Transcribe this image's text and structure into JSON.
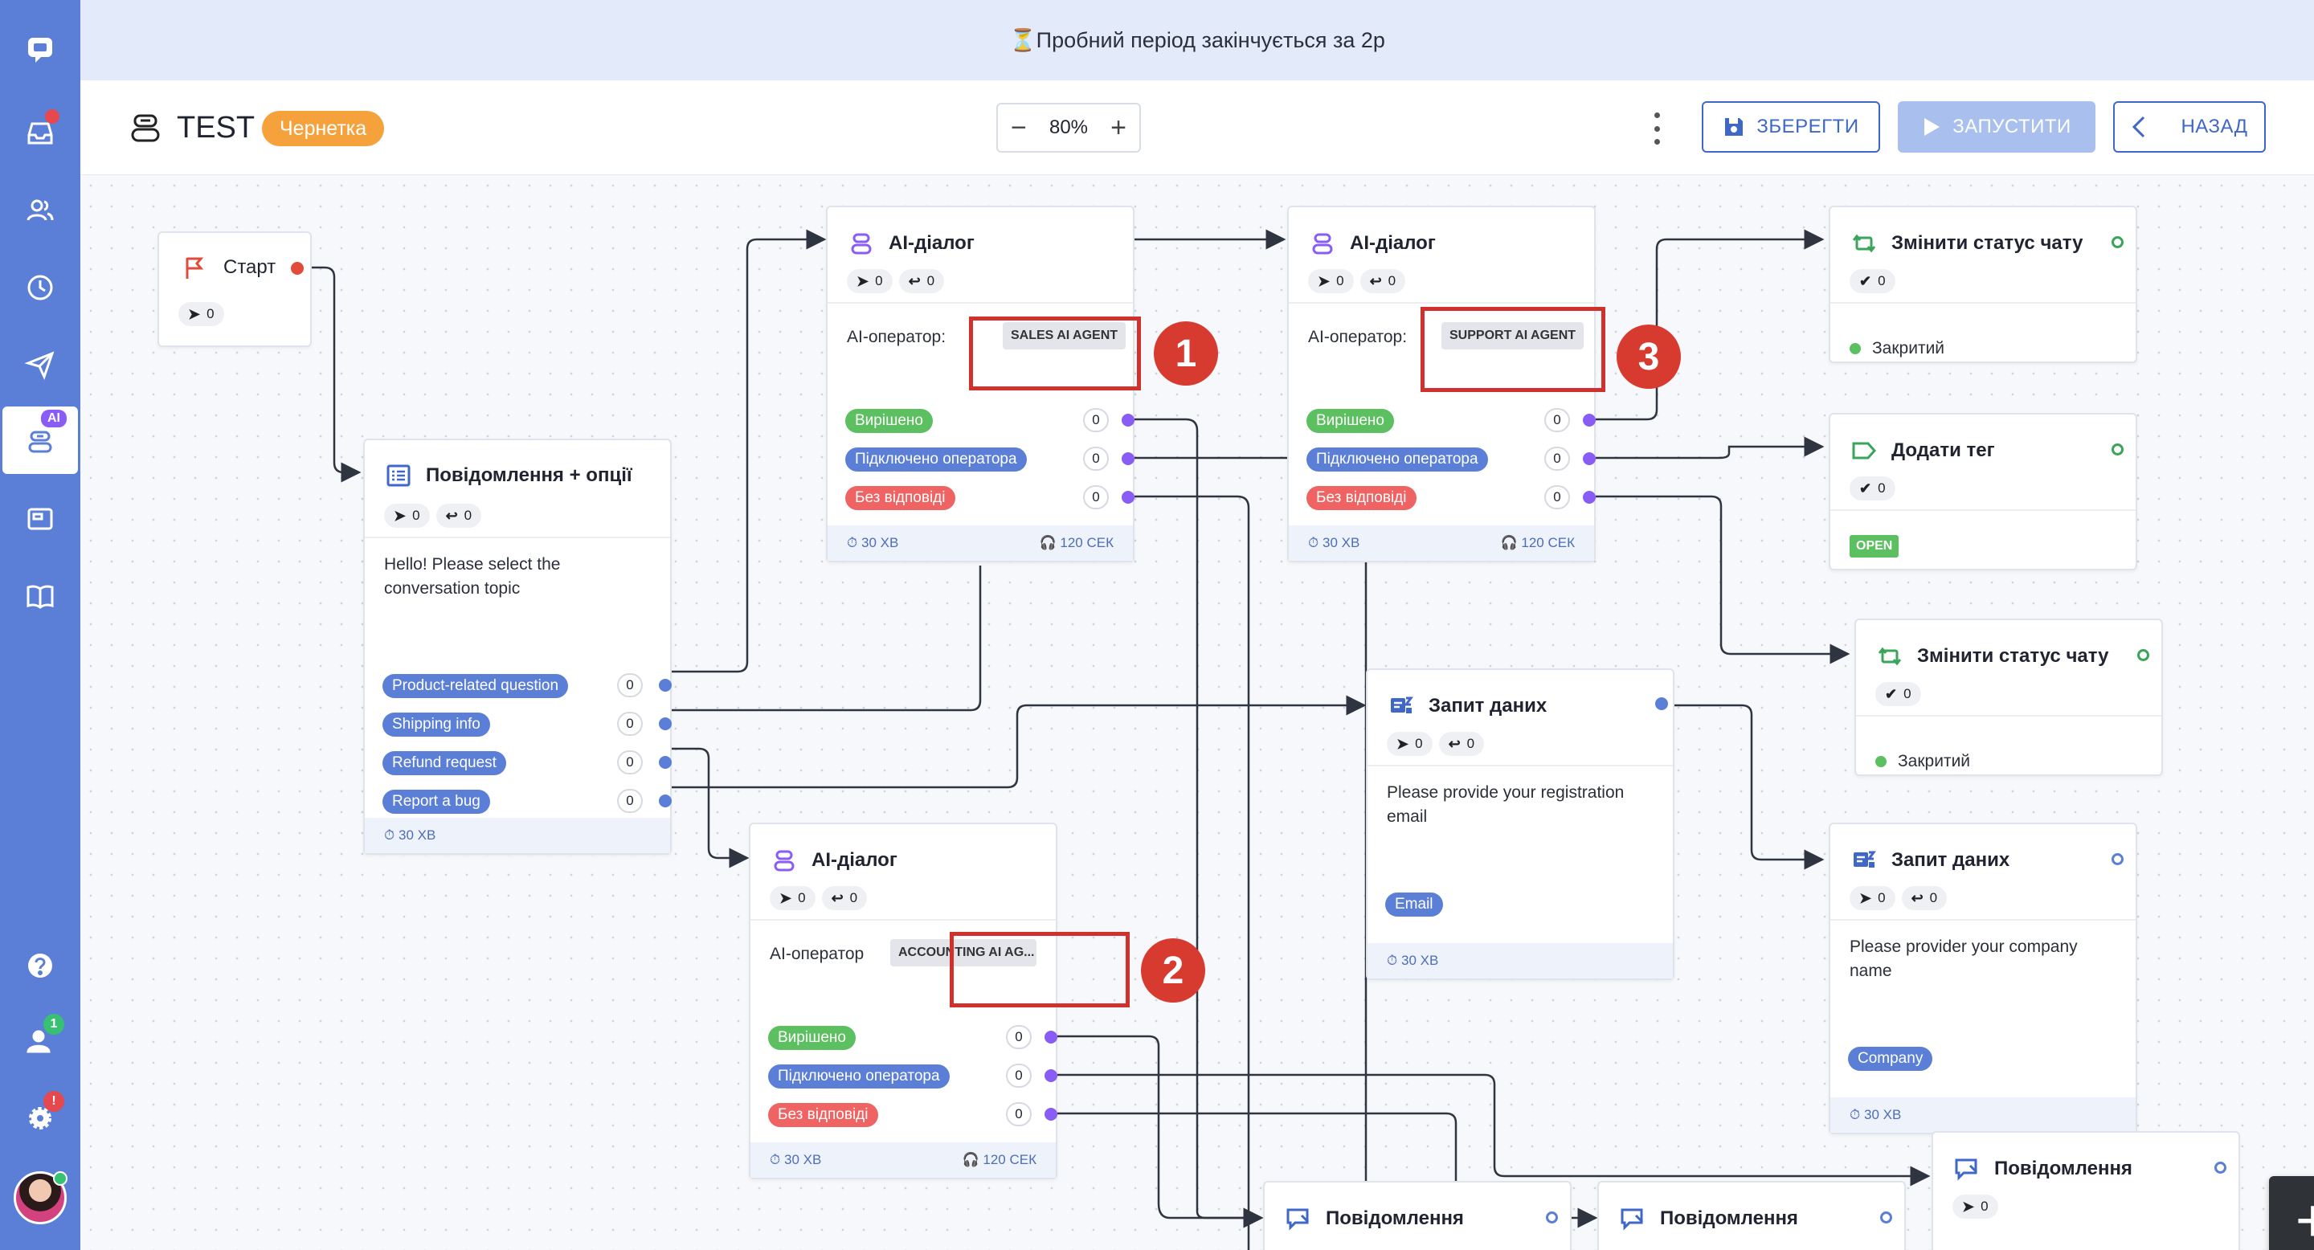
{
  "banner": {
    "text": "⏳Пробний період закінчується за 2р"
  },
  "header": {
    "title": "TEST",
    "status_badge": "Чернетка",
    "zoom": "80%",
    "zoom_out": "−",
    "zoom_in": "+",
    "save_label": "ЗБЕРЕГТИ",
    "run_label": "ЗАПУСТИТИ",
    "back_label": "НАЗАД"
  },
  "sidebar": {
    "items": [
      {
        "icon": "chat-logo-icon"
      },
      {
        "icon": "inbox-icon"
      },
      {
        "icon": "contacts-icon"
      },
      {
        "icon": "clock-icon"
      },
      {
        "icon": "send-icon"
      },
      {
        "icon": "ai-bot-icon",
        "badge": "AI",
        "active": true
      },
      {
        "icon": "widget-icon"
      },
      {
        "icon": "book-icon"
      },
      {
        "icon": "help-icon"
      },
      {
        "icon": "team-icon",
        "badge": "1"
      },
      {
        "icon": "settings-icon",
        "badge": "!"
      }
    ]
  },
  "nodes": {
    "start": {
      "title": "Старт",
      "sent": "0"
    },
    "msg_options": {
      "title": "Повідомлення + опції",
      "sent": "0",
      "replied": "0",
      "text": "Hello! Please select the conversation topic",
      "options": [
        {
          "label": "Product-related question",
          "count": "0"
        },
        {
          "label": "Shipping info",
          "count": "0"
        },
        {
          "label": "Refund request",
          "count": "0"
        },
        {
          "label": "Report a bug",
          "count": "0"
        }
      ],
      "timeout": "30 ХВ"
    },
    "ai1": {
      "title": "AI-діалог",
      "sent": "0",
      "replied": "0",
      "operator_label": "AI-оператор:",
      "operator": "SALES AI AGENT",
      "outcomes": [
        {
          "label": "Вирішено",
          "count": "0"
        },
        {
          "label": "Підключено оператора",
          "count": "0"
        },
        {
          "label": "Без відповіді",
          "count": "0"
        }
      ],
      "timeout": "30 ХВ",
      "reply_timeout": "120 СЕК"
    },
    "ai2": {
      "title": "AI-діалог",
      "sent": "0",
      "replied": "0",
      "operator_label": "AI-оператор",
      "operator": "ACCOUNTING AI AG...",
      "outcomes": [
        {
          "label": "Вирішено",
          "count": "0"
        },
        {
          "label": "Підключено оператора",
          "count": "0"
        },
        {
          "label": "Без відповіді",
          "count": "0"
        }
      ],
      "timeout": "30 ХВ",
      "reply_timeout": "120 СЕК"
    },
    "ai3": {
      "title": "AI-діалог",
      "sent": "0",
      "replied": "0",
      "operator_label": "AI-оператор:",
      "operator": "SUPPORT AI AGENT",
      "outcomes": [
        {
          "label": "Вирішено",
          "count": "0"
        },
        {
          "label": "Підключено оператора",
          "count": "0"
        },
        {
          "label": "Без відповіді",
          "count": "0"
        }
      ],
      "timeout": "30 ХВ",
      "reply_timeout": "120 СЕК"
    },
    "data_request1": {
      "title": "Запит даних",
      "sent": "0",
      "replied": "0",
      "text": "Please provide your registration email",
      "field": "Email",
      "timeout": "30 ХВ"
    },
    "data_request2": {
      "title": "Запит даних",
      "sent": "0",
      "replied": "0",
      "text": "Please provider your company name",
      "field": "Company",
      "timeout": "30 ХВ"
    },
    "status1": {
      "title": "Змінити статус чату",
      "done": "0",
      "status": "Закритий"
    },
    "add_tag": {
      "title": "Додати тег",
      "done": "0",
      "tag": "OPEN"
    },
    "status2": {
      "title": "Змінити статус чату",
      "done": "0",
      "status": "Закритий"
    },
    "message_a": {
      "title": "Повідомлення"
    },
    "message_b": {
      "title": "Повідомлення"
    },
    "message_c": {
      "title": "Повідомлення",
      "sent": "0"
    }
  },
  "annotations": [
    "1",
    "2",
    "3"
  ],
  "fab_label": "+",
  "colors": {
    "accent": "#5b7fd6",
    "green": "#5cc060",
    "red": "#ef6363",
    "purple": "#8a5cf6",
    "orange": "#f6a23c",
    "highlight": "#d0312d"
  }
}
